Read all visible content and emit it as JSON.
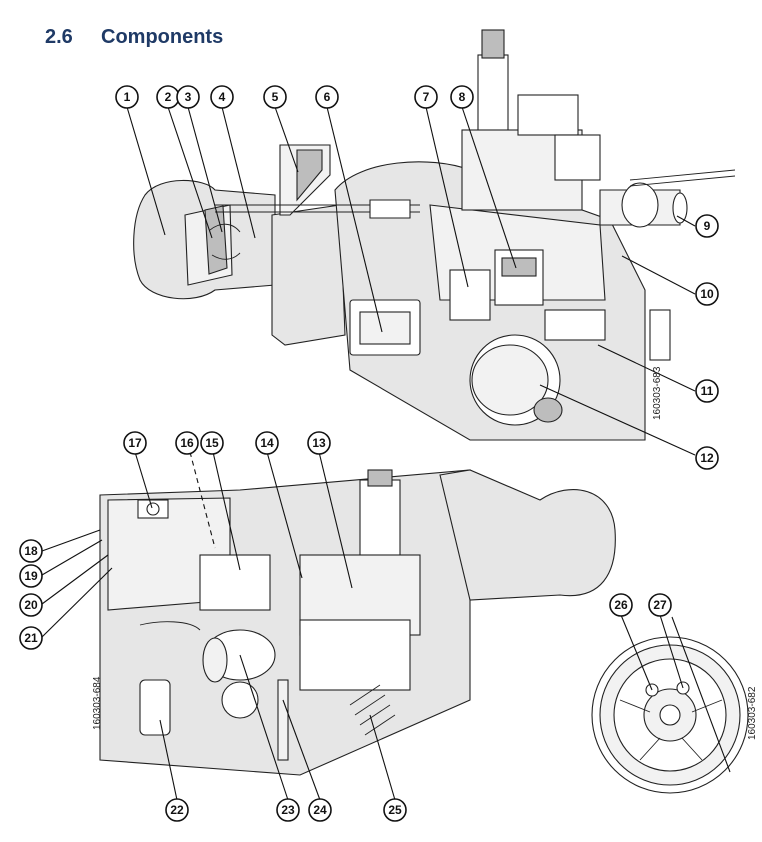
{
  "section": {
    "number": "2.6",
    "title": "Components"
  },
  "figures": [
    {
      "code": "160303-683"
    },
    {
      "code": "160303-684"
    },
    {
      "code": "160303-682"
    }
  ],
  "callouts": [
    "1",
    "2",
    "3",
    "4",
    "5",
    "6",
    "7",
    "8",
    "9",
    "10",
    "11",
    "12",
    "13",
    "14",
    "15",
    "16",
    "17",
    "18",
    "19",
    "20",
    "21",
    "22",
    "23",
    "24",
    "25",
    "26",
    "27"
  ],
  "colors": {
    "heading": "#1f3a66",
    "shade": "#e6e6e6",
    "line": "#111111"
  }
}
